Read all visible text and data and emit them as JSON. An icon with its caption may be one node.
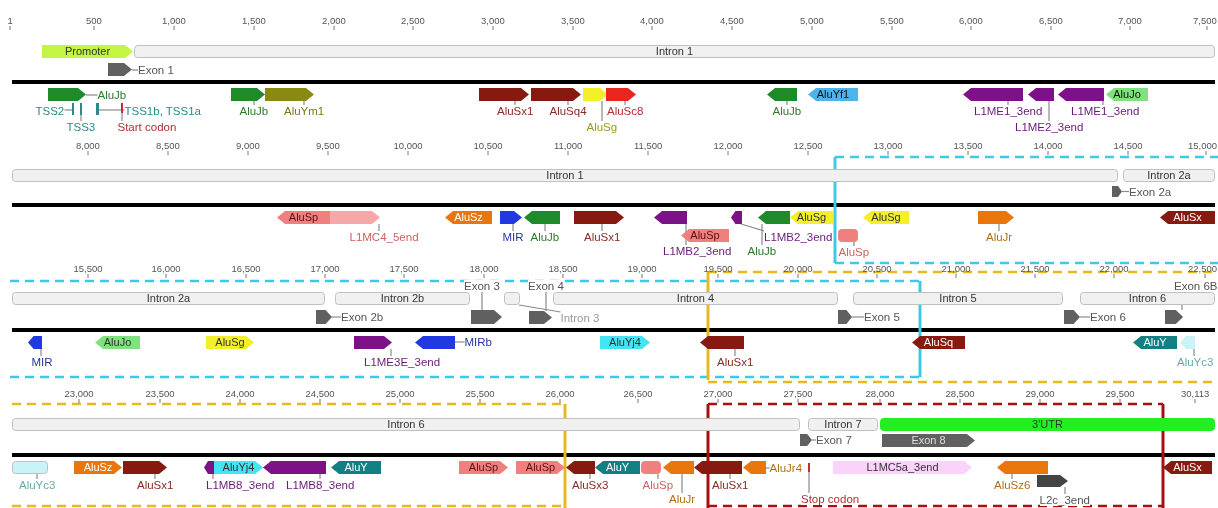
{
  "diagram": {
    "nodes": [
      {
        "text": [
          "Promoter"
        ]
      },
      {
        "text": [
          "Intron 1"
        ]
      },
      {
        "text": [],
        "shape": "arrow"
      },
      {
        "text": [
          "Exon 1"
        ]
      },
      {
        "text": [],
        "shape": "arrow"
      },
      {
        "text": [
          "AluJb"
        ]
      },
      {
        "text": [],
        "shape": "bar"
      },
      {
        "text": [
          "TSS2"
        ]
      },
      {
        "text": [],
        "shape": "bar"
      },
      {
        "text": [
          "TSS3"
        ]
      },
      {
        "text": [],
        "shape": "bar"
      },
      {
        "text": [
          "TSS1b, TSS1a"
        ]
      },
      {
        "text": [],
        "shape": "bar"
      },
      {
        "text": [
          "Start codon"
        ]
      },
      {
        "text": [],
        "shape": "arrow"
      },
      {
        "text": [
          "AluJb"
        ]
      },
      {
        "text": [],
        "shape": "arrow"
      },
      {
        "text": [
          "AluYm1"
        ]
      },
      {
        "text": [],
        "shape": "arrow"
      },
      {
        "text": [
          "AluSx1"
        ]
      },
      {
        "text": [],
        "shape": "arrow"
      },
      {
        "text": [
          "AluSq4"
        ]
      },
      {
        "text": [],
        "shape": "arrow"
      },
      {
        "text": [
          "AluSg"
        ]
      },
      {
        "text": [],
        "shape": "arrow"
      },
      {
        "text": [
          "AluSc8"
        ]
      },
      {
        "text": [],
        "shape": "arrow"
      },
      {
        "text": [
          "AluJb"
        ]
      },
      {
        "text": [
          "AluYf1"
        ]
      },
      {
        "text": [],
        "shape": "arrow"
      },
      {
        "text": [
          "L1ME1_3end"
        ]
      },
      {
        "text": [],
        "shape": "arrow"
      },
      {
        "text": [
          "L1ME2_3end"
        ]
      },
      {
        "text": [],
        "shape": "arrow"
      },
      {
        "text": [
          "L1ME1_3end"
        ]
      },
      {
        "text": [
          "AluJo"
        ]
      },
      {
        "text": [
          "Intron 1"
        ]
      },
      {
        "text": [
          "Intron 2a"
        ]
      },
      {
        "text": [],
        "shape": "arrow"
      },
      {
        "text": [
          "Exon 2a"
        ]
      },
      {
        "text": [
          "AluSp"
        ]
      },
      {
        "text": [],
        "shape": "arrow"
      },
      {
        "text": [
          "L1MC4_5end"
        ]
      },
      {
        "text": [
          "AluSz"
        ]
      },
      {
        "text": [],
        "shape": "arrow"
      },
      {
        "text": [
          "MIR"
        ]
      },
      {
        "text": [],
        "shape": "arrow"
      },
      {
        "text": [
          "AluJb"
        ]
      },
      {
        "text": [],
        "shape": "arrow"
      },
      {
        "text": [
          "AluSx1"
        ]
      },
      {
        "text": [],
        "shape": "arrow"
      },
      {
        "text": [
          "L1MB2_3end"
        ]
      },
      {
        "text": [
          "AluSp"
        ]
      },
      {
        "text": [],
        "shape": "arrow"
      },
      {
        "text": [
          "L1MB2_3end"
        ]
      },
      {
        "text": [],
        "shape": "arrow"
      },
      {
        "text": [
          "AluJb"
        ]
      },
      {
        "text": [
          "AluSg"
        ]
      },
      {
        "text": [],
        "shape": "box"
      },
      {
        "text": [
          "AluSp"
        ]
      },
      {
        "text": [
          "AluSg"
        ]
      },
      {
        "text": [],
        "shape": "arrow"
      },
      {
        "text": [
          "AluJr"
        ]
      },
      {
        "text": [
          "AluSx"
        ]
      },
      {
        "text": [
          "Intron 2a"
        ]
      },
      {
        "text": [
          "Intron 2b"
        ]
      },
      {
        "text": [],
        "shape": "arrow"
      },
      {
        "text": [
          "Exon 2b"
        ]
      },
      {
        "text": [],
        "shape": "arrow"
      },
      {
        "text": [
          "Exon 3"
        ]
      },
      {
        "text": [],
        "shape": "box"
      },
      {
        "text": [
          "Intron 3"
        ]
      },
      {
        "text": [],
        "shape": "arrow"
      },
      {
        "text": [
          "Exon 4"
        ]
      },
      {
        "text": [
          "Intron 4"
        ]
      },
      {
        "text": [],
        "shape": "arrow"
      },
      {
        "text": [
          "Exon 5"
        ]
      },
      {
        "text": [
          "Intron 5"
        ]
      },
      {
        "text": [],
        "shape": "arrow"
      },
      {
        "text": [
          "Exon 6"
        ]
      },
      {
        "text": [
          "Intron 6"
        ]
      },
      {
        "text": [],
        "shape": "arrow"
      },
      {
        "text": [
          "Exon 6B"
        ]
      },
      {
        "text": [],
        "shape": "arrow"
      },
      {
        "text": [
          "MIR"
        ]
      },
      {
        "text": [
          "AluJo"
        ]
      },
      {
        "text": [
          "AluSg"
        ]
      },
      {
        "text": [],
        "shape": "arrow"
      },
      {
        "text": [
          "L1ME3E_3end"
        ]
      },
      {
        "text": [],
        "shape": "arrow"
      },
      {
        "text": [
          "MIRb"
        ]
      },
      {
        "text": [
          "AluYj4"
        ]
      },
      {
        "text": [],
        "shape": "arrow"
      },
      {
        "text": [
          "AluSx1"
        ]
      },
      {
        "text": [
          "AluSq"
        ]
      },
      {
        "text": [
          "AluY"
        ]
      },
      {
        "text": [],
        "shape": "arrow"
      },
      {
        "text": [
          "AluYc3"
        ]
      },
      {
        "text": [
          "Intron 6"
        ]
      },
      {
        "text": [
          "Intron 7"
        ]
      },
      {
        "text": [
          "3'UTR"
        ]
      },
      {
        "text": [],
        "shape": "arrow"
      },
      {
        "text": [
          "Exon 7"
        ]
      },
      {
        "text": [
          "Exon 8"
        ]
      },
      {
        "text": [],
        "shape": "box"
      },
      {
        "text": [
          "AluYc3"
        ]
      },
      {
        "text": [
          "AluSz"
        ]
      },
      {
        "text": [],
        "shape": "arrow"
      },
      {
        "text": [
          "AluSx1"
        ]
      },
      {
        "text": [],
        "shape": "arrow"
      },
      {
        "text": [
          "L1MB8_3end"
        ]
      },
      {
        "text": [
          "AluYj4"
        ]
      },
      {
        "text": [],
        "shape": "arrow"
      },
      {
        "text": [
          "L1MB8_3end"
        ]
      },
      {
        "text": [
          "AluY"
        ]
      },
      {
        "text": [
          "AluSp"
        ]
      },
      {
        "text": [
          "AluSp"
        ]
      },
      {
        "text": [],
        "shape": "arrow"
      },
      {
        "text": [
          "AluSx3"
        ]
      },
      {
        "text": [
          "AluY"
        ]
      },
      {
        "text": [],
        "shape": "box"
      },
      {
        "text": [
          "AluSp"
        ]
      },
      {
        "text": [],
        "shape": "arrow"
      },
      {
        "text": [
          "AluJr"
        ]
      },
      {
        "text": [],
        "shape": "arrow"
      },
      {
        "text": [
          "AluSx1"
        ]
      },
      {
        "text": [],
        "shape": "arrow"
      },
      {
        "text": [
          "AluJr4"
        ]
      },
      {
        "text": [],
        "shape": "bar"
      },
      {
        "text": [
          "Stop codon"
        ]
      },
      {
        "text": [
          "L1MC5a_3end"
        ]
      },
      {
        "text": [],
        "shape": "arrow"
      },
      {
        "text": [
          "AluSz6"
        ]
      },
      {
        "text": [],
        "shape": "arrow"
      },
      {
        "text": [
          "L2c_3end"
        ]
      },
      {
        "text": [
          "AluSx"
        ]
      }
    ],
    "edges": [
      {
        "from": 3,
        "to": 2,
        "arrow": "none"
      },
      {
        "from": 5,
        "to": 4,
        "arrow": "none"
      },
      {
        "from": 7,
        "to": 6,
        "arrow": "none"
      },
      {
        "from": 9,
        "to": 8,
        "arrow": "none"
      },
      {
        "from": 11,
        "to": 10,
        "arrow": "none"
      },
      {
        "from": 13,
        "to": 12,
        "arrow": "none"
      },
      {
        "from": 15,
        "to": 14,
        "arrow": "none"
      },
      {
        "from": 17,
        "to": 16,
        "arrow": "none"
      },
      {
        "from": 19,
        "to": 18,
        "arrow": "none"
      },
      {
        "from": 21,
        "to": 20,
        "arrow": "none"
      },
      {
        "from": 23,
        "to": 22,
        "arrow": "none"
      },
      {
        "from": 25,
        "to": 24,
        "arrow": "none"
      },
      {
        "from": 27,
        "to": 26,
        "arrow": "none"
      },
      {
        "from": 30,
        "to": 29,
        "arrow": "none"
      },
      {
        "from": 32,
        "to": 31,
        "arrow": "none"
      },
      {
        "from": 34,
        "to": 33,
        "arrow": "none"
      },
      {
        "from": 39,
        "to": 38,
        "arrow": "none"
      },
      {
        "from": 42,
        "to": 41,
        "arrow": "none"
      },
      {
        "from": 45,
        "to": 44,
        "arrow": "none"
      },
      {
        "from": 47,
        "to": 46,
        "arrow": "none"
      },
      {
        "from": 49,
        "to": 48,
        "arrow": "none"
      },
      {
        "from": 51,
        "to": 50,
        "arrow": "none"
      },
      {
        "from": 54,
        "to": 53,
        "arrow": "none"
      },
      {
        "from": 56,
        "to": 55,
        "arrow": "none"
      },
      {
        "from": 59,
        "to": 58,
        "arrow": "none"
      },
      {
        "from": 62,
        "to": 61,
        "arrow": "none"
      },
      {
        "from": 67,
        "to": 66,
        "arrow": "none"
      },
      {
        "from": 69,
        "to": 68,
        "arrow": "none"
      },
      {
        "from": 71,
        "to": 70,
        "arrow": "none"
      },
      {
        "from": 73,
        "to": 72,
        "arrow": "none"
      },
      {
        "from": 76,
        "to": 75,
        "arrow": "none"
      },
      {
        "from": 79,
        "to": 78,
        "arrow": "none"
      },
      {
        "from": 82,
        "to": 81,
        "arrow": "none"
      },
      {
        "from": 84,
        "to": 83,
        "arrow": "none"
      },
      {
        "from": 88,
        "to": 87,
        "arrow": "none"
      },
      {
        "from": 90,
        "to": 89,
        "arrow": "none"
      },
      {
        "from": 93,
        "to": 92,
        "arrow": "none"
      },
      {
        "from": 97,
        "to": 96,
        "arrow": "none"
      },
      {
        "from": 102,
        "to": 101,
        "arrow": "none"
      },
      {
        "from": 105,
        "to": 104,
        "arrow": "none"
      },
      {
        "from": 108,
        "to": 107,
        "arrow": "none"
      },
      {
        "from": 110,
        "to": 109,
        "arrow": "none"
      },
      {
        "from": 113,
        "to": 112,
        "arrow": "none"
      },
      {
        "from": 118,
        "to": 117,
        "arrow": "none"
      },
      {
        "from": 121,
        "to": 120,
        "arrow": "none"
      },
      {
        "from": 123,
        "to": 122,
        "arrow": "none"
      },
      {
        "from": 125,
        "to": 124,
        "arrow": "none"
      },
      {
        "from": 127,
        "to": 126,
        "arrow": "none"
      },
      {
        "from": 129,
        "to": 128,
        "arrow": "none"
      },
      {
        "from": 132,
        "to": 131,
        "arrow": "none"
      },
      {
        "from": 134,
        "to": 133,
        "arrow": "none"
      }
    ],
    "labels": [
      "1",
      "500",
      "1,000",
      "1,500",
      "2,000",
      "2,500",
      "3,000",
      "3,500",
      "4,000",
      "4,500",
      "5,000",
      "5,500",
      "6,000",
      "6,500",
      "7,000",
      "7,500",
      "8,000",
      "8,500",
      "9,000",
      "9,500",
      "10,000",
      "10,500",
      "11,000",
      "11,500",
      "12,000",
      "12,500",
      "13,000",
      "13,500",
      "14,000",
      "14,500",
      "15,000",
      "15,500",
      "16,000",
      "16,500",
      "17,000",
      "17,500",
      "18,000",
      "18,500",
      "19,000",
      "19,500",
      "20,000",
      "20,500",
      "21,000",
      "21,500",
      "22,000",
      "22,500",
      "23,000",
      "23,500",
      "24,000",
      "24,500",
      "25,000",
      "25,500",
      "26,000",
      "26,500",
      "27,000",
      "27,500",
      "28,000",
      "28,500",
      "29,000",
      "29,500",
      "30,113"
    ]
  }
}
